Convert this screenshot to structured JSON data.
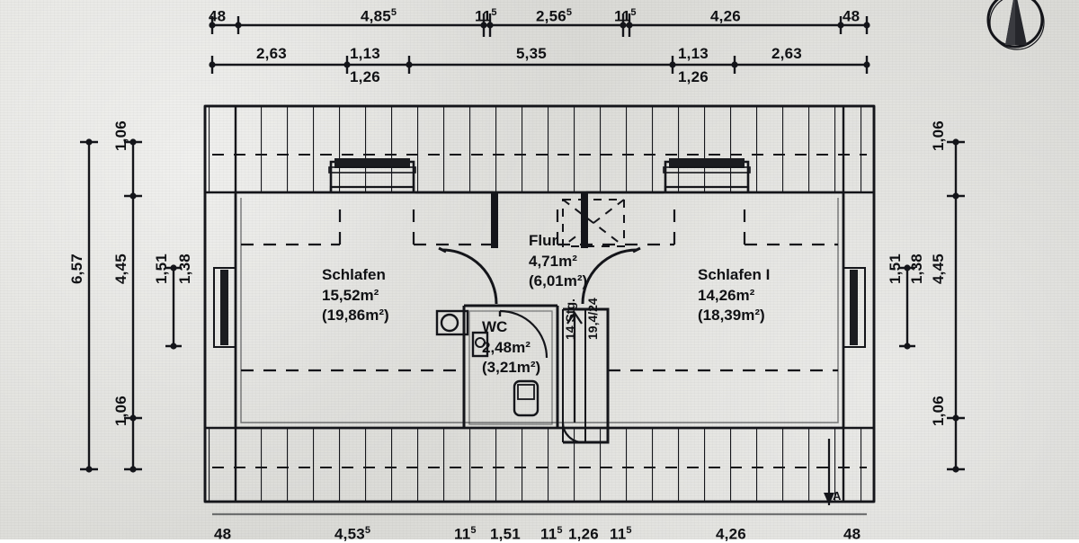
{
  "drawing": {
    "type": "architectural-floor-plan",
    "description": "Dachgeschoss (attic floor) plan with dimension chains",
    "north_arrow": "north-arrow-compass",
    "section_marker": "A"
  },
  "dimensions": {
    "top_chain_outer": [
      {
        "label": "48",
        "superscript": ""
      },
      {
        "label": "4,85",
        "superscript": "5"
      },
      {
        "label": "11",
        "superscript": "5"
      },
      {
        "label": "2,56",
        "superscript": "5"
      },
      {
        "label": "11",
        "superscript": "5"
      },
      {
        "label": "4,26",
        "superscript": ""
      },
      {
        "label": "48",
        "superscript": ""
      }
    ],
    "top_chain_inner": [
      {
        "label": "2,63",
        "superscript": ""
      },
      {
        "label": "1,13",
        "superscript": ""
      },
      {
        "label": "5,35",
        "superscript": ""
      },
      {
        "label": "1,13",
        "superscript": ""
      },
      {
        "label": "2,63",
        "superscript": ""
      }
    ],
    "top_chain_below": [
      {
        "label": "1,26"
      },
      {
        "label": "1,26"
      }
    ],
    "left_chain_total": [
      {
        "label": "6,57"
      }
    ],
    "left_chain_main": [
      {
        "label": "1,06"
      },
      {
        "label": "4,45"
      },
      {
        "label": "1,06"
      }
    ],
    "left_chain_window": [
      {
        "label": "1,51"
      },
      {
        "label": "1,38"
      }
    ],
    "right_chain_main": [
      {
        "label": "1,06"
      },
      {
        "label": "4,45"
      },
      {
        "label": "1,06"
      }
    ],
    "right_chain_window": [
      {
        "label": "1,51"
      },
      {
        "label": "1,38"
      }
    ],
    "bottom_chain": [
      {
        "label": "48",
        "superscript": ""
      },
      {
        "label": "4,53",
        "superscript": "5"
      },
      {
        "label": "11",
        "superscript": "5"
      },
      {
        "label": "1,51",
        "superscript": ""
      },
      {
        "label": "11",
        "superscript": "5"
      },
      {
        "label": "1,26",
        "superscript": ""
      },
      {
        "label": "11",
        "superscript": "5"
      },
      {
        "label": "4,26",
        "superscript": ""
      },
      {
        "label": "48",
        "superscript": ""
      }
    ]
  },
  "rooms": [
    {
      "id": "schlafen-left",
      "name": "Schlafen",
      "area": "15,52m²",
      "area_secondary": "(19,86m²)"
    },
    {
      "id": "flur",
      "name": "Flur",
      "area": "4,71m²",
      "area_secondary": "(6,01m²)"
    },
    {
      "id": "wc",
      "name": "WC",
      "area": "2,48m²",
      "area_secondary": "(3,21m²)"
    },
    {
      "id": "schlafen-right",
      "name": "Schlafen I",
      "area": "14,26m²",
      "area_secondary": "(18,39m²)"
    }
  ],
  "stairs": {
    "count_label": "14 Stg.",
    "riser_tread_label": "19,4/24"
  },
  "colors": {
    "ink": "#14151a",
    "paper": "#dcdcd8",
    "window_fill": "#1b1c20"
  }
}
